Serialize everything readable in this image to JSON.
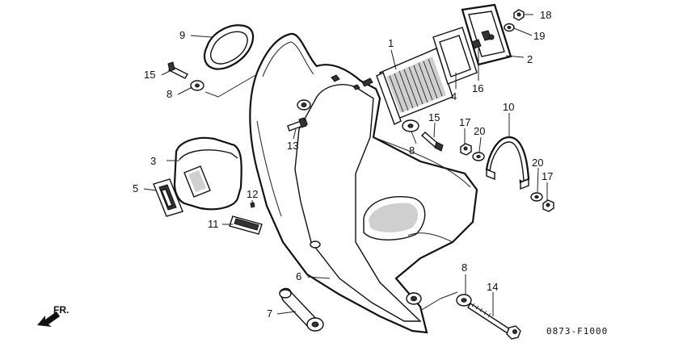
{
  "diagram": {
    "drawing_code": "0873-F1000",
    "direction_label": "FR.",
    "callouts": [
      {
        "id": "c1",
        "label": "1"
      },
      {
        "id": "c2",
        "label": "2"
      },
      {
        "id": "c3",
        "label": "3"
      },
      {
        "id": "c4",
        "label": "4"
      },
      {
        "id": "c5",
        "label": "5"
      },
      {
        "id": "c6",
        "label": "6"
      },
      {
        "id": "c7",
        "label": "7"
      },
      {
        "id": "c8a",
        "label": "8"
      },
      {
        "id": "c8b",
        "label": "8"
      },
      {
        "id": "c8c",
        "label": "8"
      },
      {
        "id": "c9",
        "label": "9"
      },
      {
        "id": "c10",
        "label": "10"
      },
      {
        "id": "c11",
        "label": "11"
      },
      {
        "id": "c12",
        "label": "12"
      },
      {
        "id": "c13",
        "label": "13"
      },
      {
        "id": "c14",
        "label": "14"
      },
      {
        "id": "c15a",
        "label": "15"
      },
      {
        "id": "c15b",
        "label": "15"
      },
      {
        "id": "c16",
        "label": "16"
      },
      {
        "id": "c17a",
        "label": "17"
      },
      {
        "id": "c17b",
        "label": "17"
      },
      {
        "id": "c18",
        "label": "18"
      },
      {
        "id": "c19",
        "label": "19"
      },
      {
        "id": "c20a",
        "label": "20"
      },
      {
        "id": "c20b",
        "label": "20"
      }
    ]
  }
}
